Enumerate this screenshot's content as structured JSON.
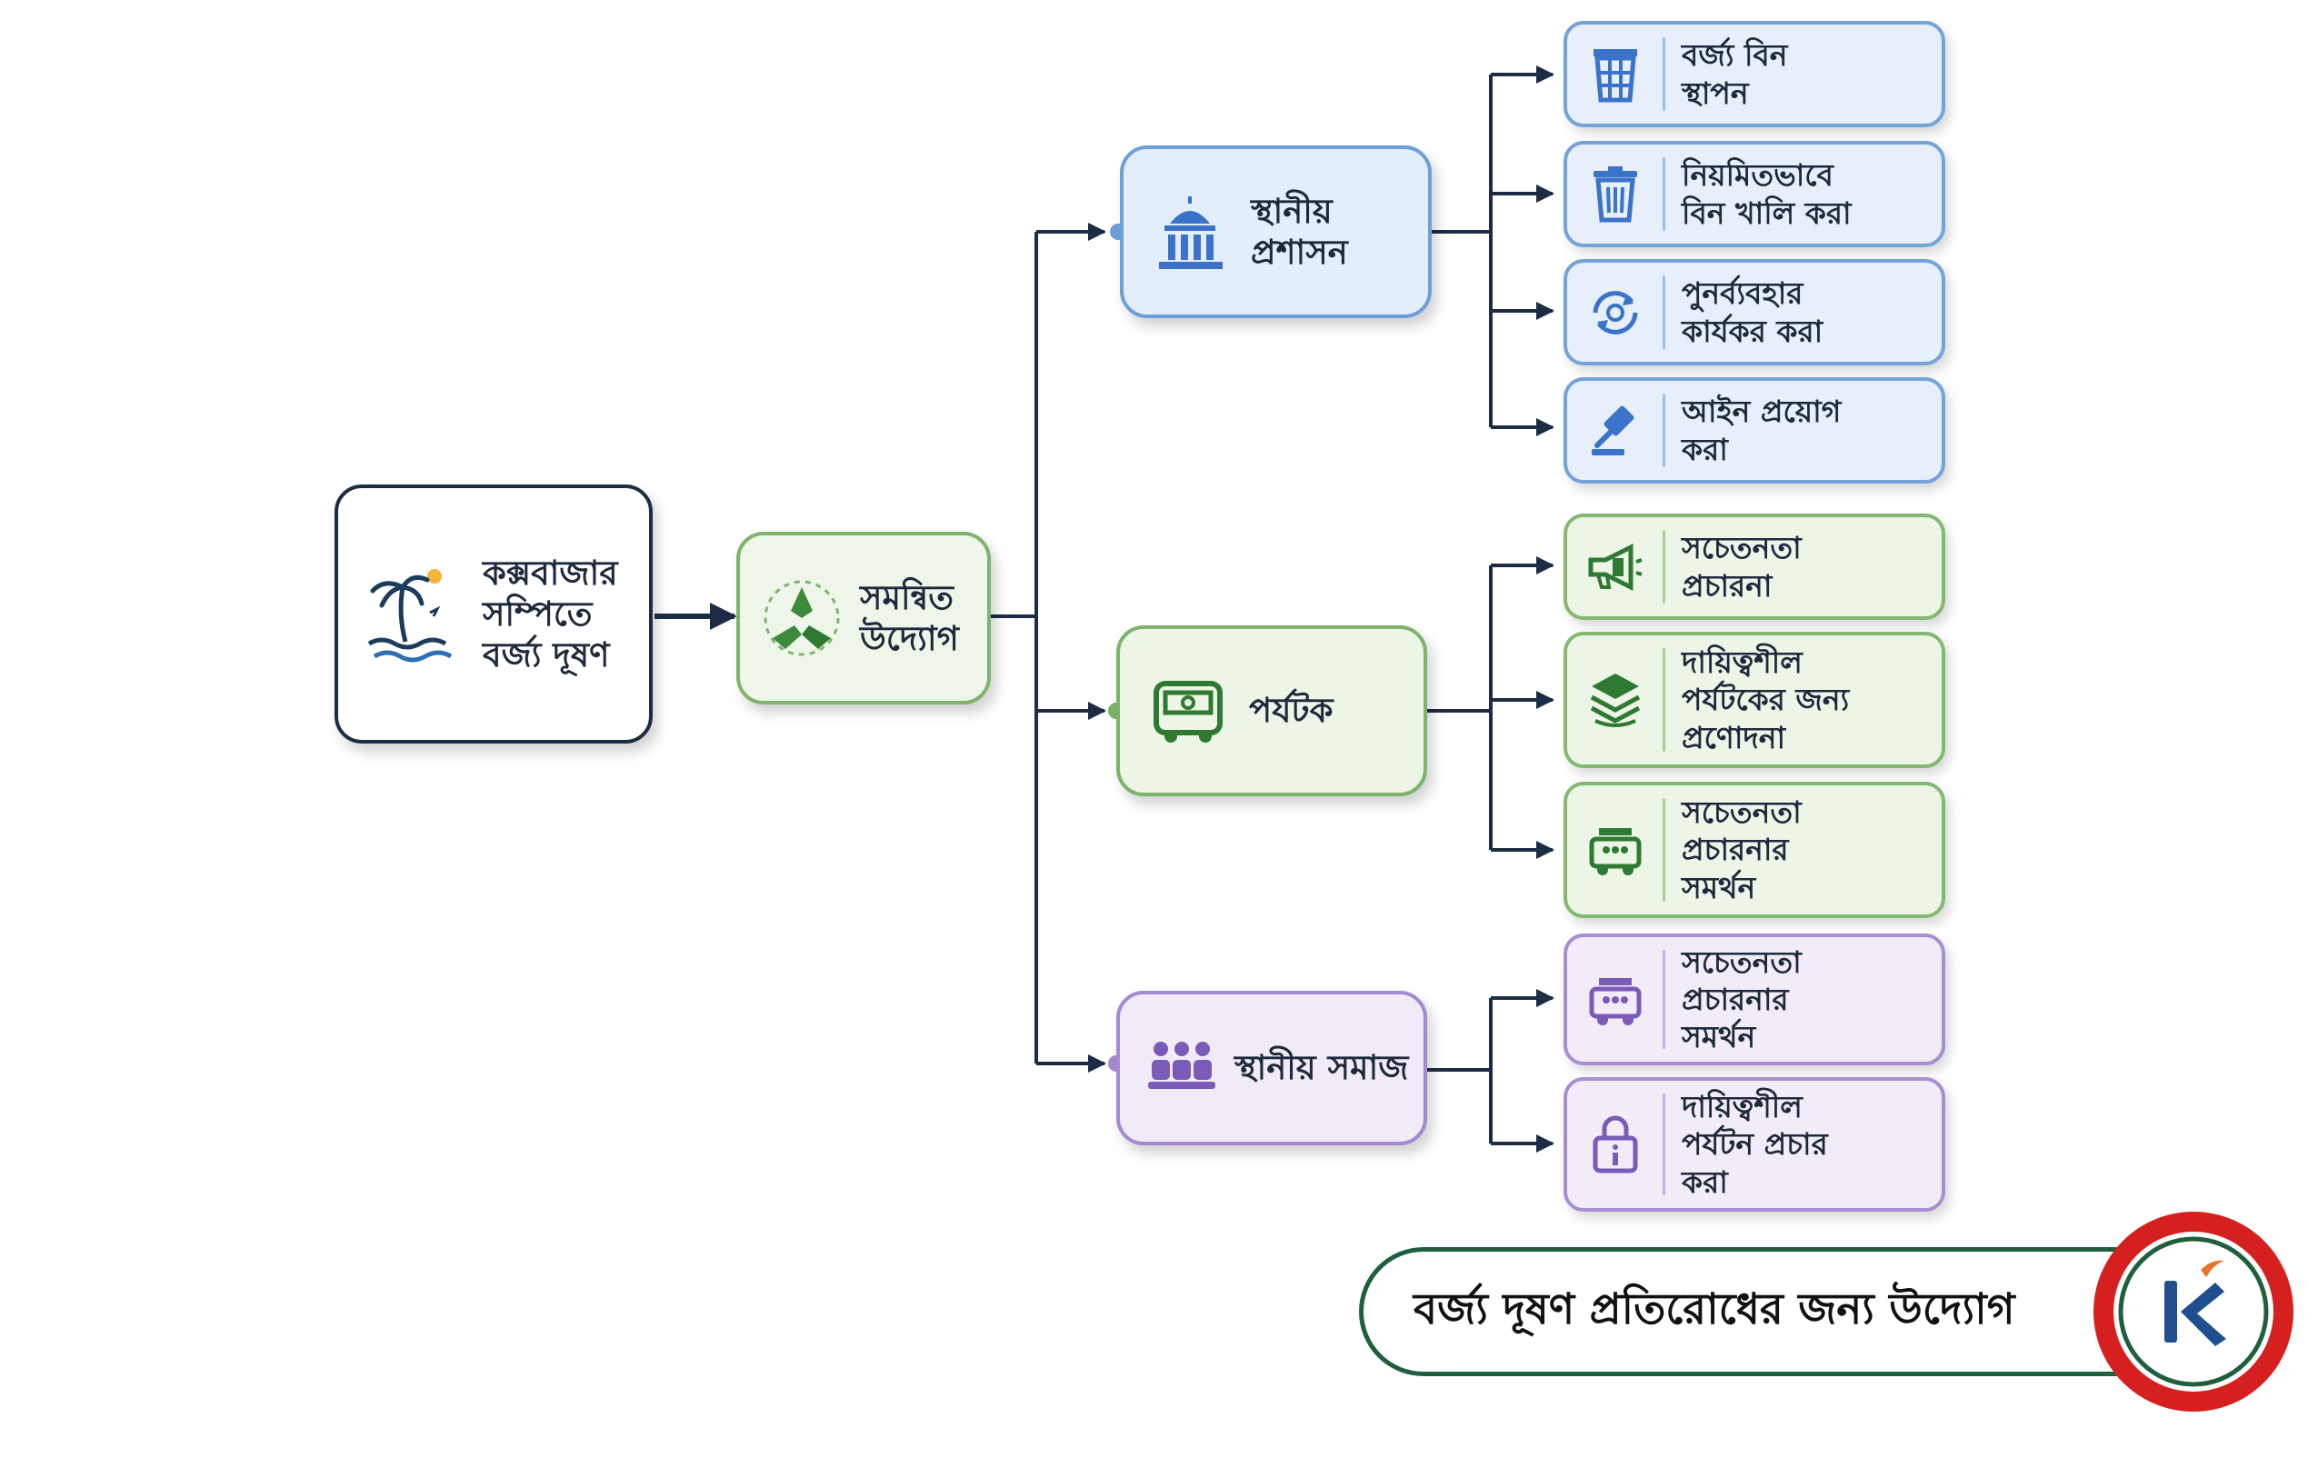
{
  "diagram": {
    "root": {
      "label": "কক্সবাজার সম্পিতে বর্জ্য দূষণ",
      "icon": "beach-palm-icon"
    },
    "combined": {
      "label": "সমন্বিত উদ্যোগ",
      "icon": "collaboration-hands-icon"
    },
    "categories": [
      {
        "id": "admin",
        "label": "স্থানীয় প্রশাসন",
        "icon": "government-building-icon",
        "color": "#6e9fd9"
      },
      {
        "id": "tourist",
        "label": "পর্যটক",
        "icon": "tourist-bus-icon",
        "color": "#7bb46a"
      },
      {
        "id": "community",
        "label": "স্থানীয় সমাজ",
        "icon": "community-people-icon",
        "color": "#a48ad0"
      }
    ],
    "leaves": [
      {
        "category": "admin",
        "label": "বর্জ্য বিন স্থাপন",
        "icon": "trash-bin-icon"
      },
      {
        "category": "admin",
        "label": "নিয়মিতভাবে বিন খালি করা",
        "icon": "empty-bin-icon"
      },
      {
        "category": "admin",
        "label": "পুনর্ব্যবহার কার্যকর করা",
        "icon": "recycle-icon"
      },
      {
        "category": "admin",
        "label": "আইন প্রয়োগ করা",
        "icon": "gavel-icon"
      },
      {
        "category": "tourist",
        "label": "সচেতনতা প্রচারনা",
        "icon": "megaphone-icon"
      },
      {
        "category": "tourist",
        "label": "দায়িত্বশীল পর্যটকের জন্য প্রণোদনা",
        "icon": "stacked-layers-icon"
      },
      {
        "category": "tourist",
        "label": "সচেতনতা প্রচারনার সমর্থন",
        "icon": "campaign-truck-icon"
      },
      {
        "category": "community",
        "label": "সচেতনতা প্রচারনার সমর্থন",
        "icon": "campaign-truck-icon"
      },
      {
        "category": "community",
        "label": "দায়িত্বশীল পর্যটন প্রচার করা",
        "icon": "info-lock-icon"
      }
    ]
  },
  "banner": {
    "title": "বর্জ্য দূষণ প্রতিরোধের জন্য উদ্যোগ"
  },
  "logo": {
    "icon": "k-logo-icon",
    "ring_color": "#d6201f",
    "inner_color": "#1f5f3d"
  },
  "colors": {
    "connector": "#1d2c45",
    "blue": "#6e9fd9",
    "green": "#7bb46a",
    "purple": "#a48ad0"
  }
}
